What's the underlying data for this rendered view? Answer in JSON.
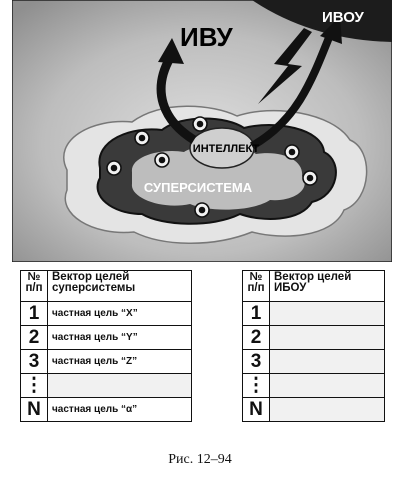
{
  "illustration": {
    "label_ivu": "ИВУ",
    "label_ivou": "ИВОУ",
    "label_intellect": "ИНТЕЛЛЕКТ",
    "label_supersystem": "СУПЕРСИСТЕМА",
    "colors": {
      "background": "#c9c9c9",
      "dark": "#1a1a1a",
      "mid": "#8a8a8a",
      "light": "#e6e6e6"
    }
  },
  "table_left": {
    "header_num": [
      "№",
      "п/п"
    ],
    "header_vector": [
      "Вектор целей",
      "суперсистемы"
    ],
    "rows": [
      {
        "num": "1",
        "text": "частная цель “X”"
      },
      {
        "num": "2",
        "text": "частная цель “Y”"
      },
      {
        "num": "3",
        "text": "частная цель “Z”"
      },
      {
        "num": "⋮",
        "text": ""
      },
      {
        "num": "N",
        "text": "частная цель “α”"
      }
    ]
  },
  "table_right": {
    "header_num": [
      "№",
      "п/п"
    ],
    "header_vector": [
      "Вектор целей",
      "ИБОУ"
    ],
    "rows": [
      {
        "num": "1",
        "text": ""
      },
      {
        "num": "2",
        "text": ""
      },
      {
        "num": "3",
        "text": ""
      },
      {
        "num": "⋮",
        "text": ""
      },
      {
        "num": "N",
        "text": ""
      }
    ]
  },
  "caption": "Рис. 12–94"
}
